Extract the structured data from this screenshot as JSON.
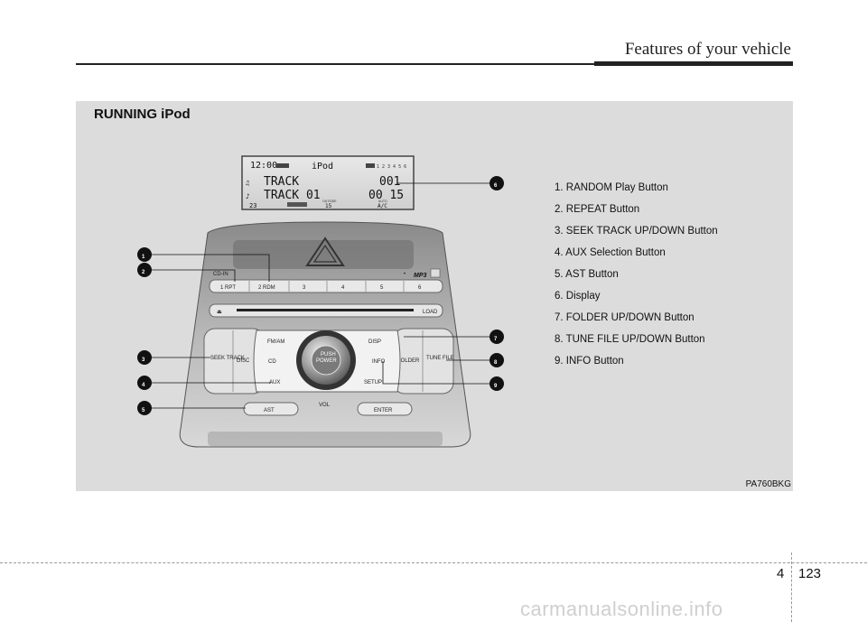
{
  "header": {
    "title": "Features of your vehicle"
  },
  "section": {
    "title": "RUNNING iPod"
  },
  "legend": [
    "1. RANDOM Play Button",
    "2. REPEAT Button",
    "3. SEEK TRACK UP/DOWN Button",
    "4. AUX Selection Button",
    "5. AST Button",
    "6. Display",
    "7. FOLDER UP/DOWN Button",
    "8. TUNE FILE UP/DOWN Button",
    "9. INFO Button"
  ],
  "callouts": [
    "1",
    "2",
    "3",
    "4",
    "5",
    "6",
    "7",
    "8",
    "9"
  ],
  "display": {
    "clock": "12:00",
    "source": "iPod",
    "line1_label": "TRACK",
    "line1_value": "001",
    "line2_label": "TRACK 01",
    "line2_value": "00 15",
    "temp_left": "23",
    "outside_label": "OUTSIDE",
    "outside_temp": "15",
    "auto_label": "AUTO",
    "ac_label": "A/C",
    "presets": "1 2 3 4 5 6"
  },
  "unit": {
    "preset_buttons": [
      "1 RPT",
      "2 RDM",
      "3",
      "4",
      "5",
      "6"
    ],
    "load_label": "LOAD",
    "fm_label": "FM/AM",
    "cd_label": "CD",
    "aux_label": "AUX",
    "disp_label": "DISP",
    "info_label": "INFO",
    "setup_label": "SETUP",
    "power_small": "PUSH",
    "power_label": "POWER",
    "vol_label": "VOL",
    "seek_label": "SEEK TRACK",
    "disc_label": "DISC",
    "folder_label": "FOLDER",
    "tune_label": "TUNE FILE",
    "ast_label": "AST",
    "enter_label": "ENTER",
    "mp3_label": "MP3"
  },
  "caption": "PA760BKG",
  "footer": {
    "chapter": "4",
    "page": "123"
  },
  "watermark": "carmanualsonline.info"
}
